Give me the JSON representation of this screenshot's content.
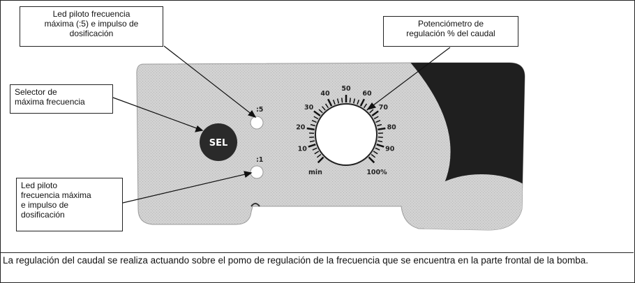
{
  "callouts": {
    "led_max": {
      "lines": [
        "Led piloto frecuencia",
        "máxima (:5) e impulso de",
        "dosificación"
      ]
    },
    "potentiometer": {
      "lines": [
        "Potenciómetro de",
        "regulación % del caudal"
      ]
    },
    "selector": {
      "lines": [
        "Selector de",
        "máxima frecuencia"
      ]
    },
    "led_1": {
      "lines": [
        "Led piloto",
        "frecuencia máxima",
        "e impulso de",
        "dosificación"
      ]
    }
  },
  "panel": {
    "sel_button": "SEL",
    "led_top_label": ":5",
    "led_bottom_label": ":1",
    "dial_labels": [
      "10",
      "20",
      "30",
      "40",
      "50",
      "60",
      "70",
      "80",
      "90"
    ],
    "dial_min_label": "min",
    "dial_max_label": "100%"
  },
  "caption": "La regulación del caudal se realiza actuando sobre el pomo de regulación de la frecuencia que se encuentra en la parte frontal de la bomba.",
  "colors": {
    "panel": "#cfcfcf",
    "panel_dark": "#1f1f1f",
    "sel_button": "#2a2a2a"
  }
}
